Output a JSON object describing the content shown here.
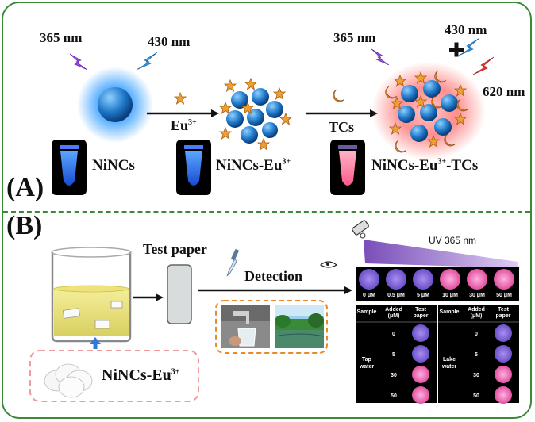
{
  "panelA": {
    "label": "(A)",
    "wavelength_365": "365 nm",
    "wavelength_430": "430 nm",
    "wavelength_620": "620 nm",
    "eu_label": "Eu",
    "eu_charge": "3+",
    "tcs_label": "TCs",
    "tube1_label": "NiNCs",
    "tube2_label": "NiNCs-Eu",
    "tube3_label": "NiNCs-Eu",
    "tube3_suffix": "-TCs",
    "charge": "3+"
  },
  "panelB": {
    "label": "(B)",
    "test_paper": "Test paper",
    "detection": "Detection",
    "uv_label": "UV 365 nm",
    "papers_label": "NiNCs-Eu",
    "papers_charge": "3+",
    "concentrations": [
      "0 μM",
      "0.5 μM",
      "5 μM",
      "10 μM",
      "30 μM",
      "50 μM"
    ],
    "table_headers": [
      "Sample",
      "Added (μM)",
      "Test paper",
      "Sample",
      "Added (μM)",
      "Test paper"
    ],
    "tap_water": "Tap water",
    "lake_water": "Lake water",
    "added_values": [
      "0",
      "5",
      "30",
      "50"
    ]
  },
  "colors": {
    "border": "#3a8a3a",
    "blue_glow": "#3aa0ff",
    "red_glow": "#ff5a5a",
    "purple_dot": "#8a6cd8",
    "pink_dot": "#f06ab8"
  }
}
